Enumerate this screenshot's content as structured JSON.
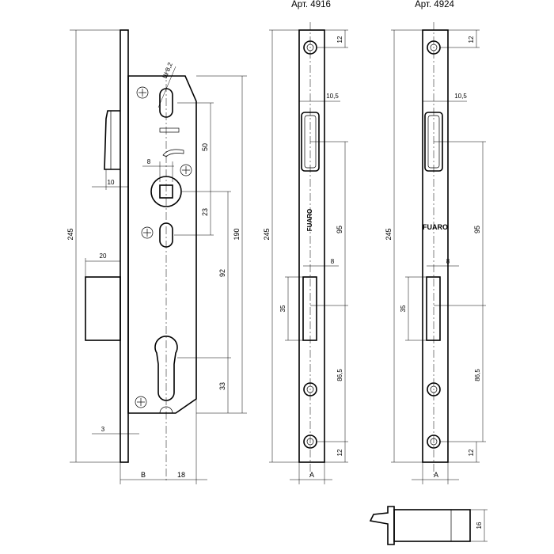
{
  "titles": {
    "strike_a": "Арт. 4916",
    "strike_b": "Арт. 4924"
  },
  "lock": {
    "dims": {
      "d245": "245",
      "d190": "190",
      "d50": "50",
      "d23": "23",
      "d92": "92",
      "d33": "33",
      "d10": "10",
      "d8": "8",
      "d20": "20",
      "d3": "3",
      "dB": "B",
      "d18": "18",
      "ws": "Ш 8,2"
    }
  },
  "strike_a": {
    "dims": {
      "d245": "245",
      "d12t": "12",
      "d105": "10,5",
      "d95": "95",
      "d8": "8",
      "d35": "35",
      "d865": "86,5",
      "d12b": "12",
      "dA": "A"
    },
    "brand": "FUARO"
  },
  "strike_b": {
    "dims": {
      "d245": "245",
      "d12t": "12",
      "d105": "10,5",
      "d95": "95",
      "d8": "8",
      "d35": "35",
      "d865": "86,5",
      "d12b": "12",
      "dA": "A"
    },
    "brand": "FUARO"
  },
  "latch_detail": {
    "dims": {
      "d16": "16"
    }
  }
}
